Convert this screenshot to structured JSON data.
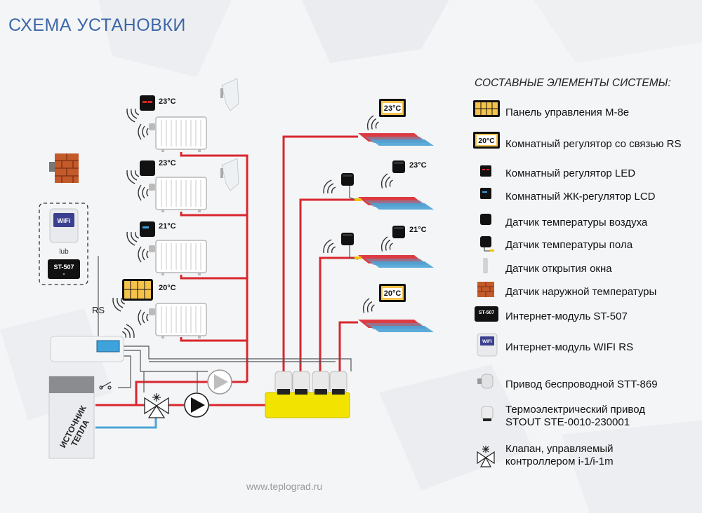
{
  "page": {
    "title": "СХЕМА УСТАНОВКИ",
    "website": "www.teplograd.ru"
  },
  "diagram": {
    "temps": {
      "rad1": "23°C",
      "rad2": "23°C",
      "rad3": "21°C",
      "rad4": "20°C",
      "floor_a": "23°C",
      "floor_b": "23°C",
      "floor_c": "21°C",
      "floor_d": "20°C"
    },
    "wifi_label": "WiFi",
    "hub_label": "lub",
    "st507_label": "ST-507",
    "rs_label": "RS",
    "heat_source_label_1": "ИСТОЧНИК",
    "heat_source_label_2": "ТЕПЛА"
  },
  "legend": {
    "heading": "СОСТАВНЫЕ ЭЛЕМЕНТЫ СИСТЕМЫ:",
    "items": [
      {
        "icon": "control-panel-icon",
        "label": "Панель управления М-8е"
      },
      {
        "icon": "rs-regulator-icon",
        "label": "Комнатный регулятор со связью RS",
        "display": "20°C"
      },
      {
        "icon": "led-regulator-icon",
        "label": "Комнатный регулятор LED"
      },
      {
        "icon": "lcd-regulator-icon",
        "label": "Комнатный ЖК-регулятор LCD"
      },
      {
        "icon": "air-sensor-icon",
        "label": "Датчик температуры воздуха"
      },
      {
        "icon": "floor-sensor-icon",
        "label": "Датчик температуры пола"
      },
      {
        "icon": "window-sensor-icon",
        "label": "Датчик открытия окна"
      },
      {
        "icon": "outdoor-sensor-icon",
        "label": "Датчик наружной температуры"
      },
      {
        "icon": "st507-module-icon",
        "label": "Интернет-модуль ST-507"
      },
      {
        "icon": "wifi-module-icon",
        "label": "Интернет-модуль WIFI RS"
      },
      {
        "icon": "wireless-actuator-icon",
        "label": "Привод беспроводной STT-869"
      },
      {
        "icon": "thermal-actuator-icon",
        "label_line1": "Термоэлектрический привод",
        "label_line2": "STOUT STE-0010-230001"
      },
      {
        "icon": "valve-icon",
        "label_line1": "Клапан, управляемый",
        "label_line2": "контроллером i-1/i-1m"
      }
    ]
  },
  "colors": {
    "title": "#3d67a8",
    "supply": "#d9272e",
    "return": "#4da3d6",
    "manifold": "#f2e400",
    "panel_yellow": "#f6c34a"
  }
}
